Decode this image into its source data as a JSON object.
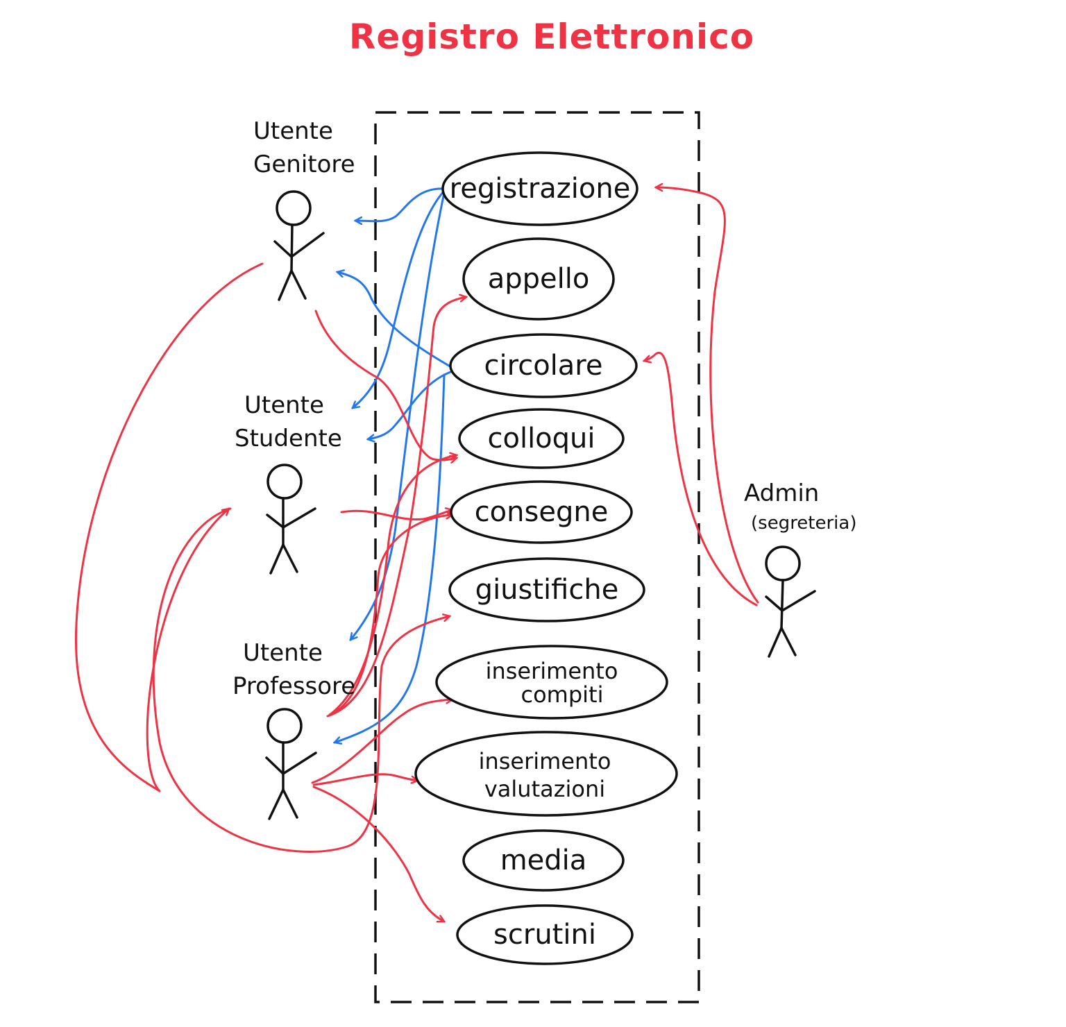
{
  "title": "Registro Elettronico",
  "colors": {
    "title": "#ee3344",
    "red_link": "#ee3344",
    "blue_link": "#2277ee",
    "ink": "#111111"
  },
  "actors": {
    "genitore": {
      "line1": "Utente",
      "line2": "Genitore"
    },
    "studente": {
      "line1": "Utente",
      "line2": "Studente"
    },
    "professore": {
      "line1": "Utente",
      "line2": "Professore"
    },
    "admin": {
      "line1": "Admin",
      "line2": "(segreteria)"
    }
  },
  "use_cases": {
    "registrazione": "registrazione",
    "appello": "appello",
    "circolare": "circolare",
    "colloqui": "colloqui",
    "consegne": "consegne",
    "giustifiche": "giustifiche",
    "inserimento_compiti": {
      "line1": "inserimento",
      "line2": "compiti"
    },
    "inserimento_valutazioni": {
      "line1": "inserimento",
      "line2": "valutazioni"
    },
    "media": "media",
    "scrutini": "scrutini"
  }
}
